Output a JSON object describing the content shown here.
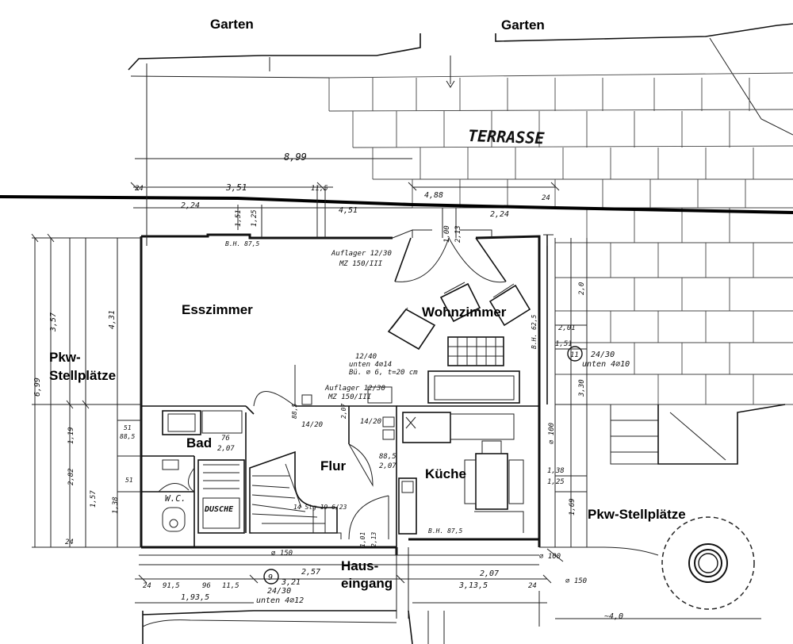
{
  "rooms": {
    "garden_left": "Garten",
    "garden_right": "Garten",
    "terrace": "TERRASSE",
    "dining": "Esszimmer",
    "living": "Wohnzimmer",
    "bath": "Bad",
    "hall": "Flur",
    "kitchen": "Küche",
    "shower": "DUSCHE",
    "wc": "W.C.",
    "entrance_line1": "Haus-",
    "entrance_line2": "eingang",
    "parking_left_line1": "Pkw-",
    "parking_left_line2": "Stellplätze",
    "parking_right": "Pkw-Stellplätze"
  },
  "annotations": {
    "d_899": "8,99",
    "d_351": "3,51",
    "d_224": "2,24",
    "d_115": "11,5",
    "d_451": "4,51",
    "d_488": "4,88",
    "d_24a": "24",
    "d_24b": "24",
    "d_224b": "2,24",
    "d_151": "1,51",
    "d_125": "1,25",
    "auflager1_a": "Auflager 12/30",
    "auflager1_b": "MZ 150/III",
    "bh_top": "B.H. 87,5",
    "d_100": "1,00",
    "d_213": "2,13",
    "d_357": "3,57",
    "d_431": "4,31",
    "d_699": "6,99",
    "lintel_a": "12/40",
    "lintel_b": "unten 4⌀14",
    "lintel_c": "Bü. ⌀ 6, t=20 cm",
    "auflager2_a": "Auflager 12/30",
    "auflager2_b": "MZ 150/III",
    "d_1420a": "14/20",
    "d_1420b": "14/20",
    "d_885": "88,5",
    "d_207": "2,07",
    "bh_right": "B.H. 62,5",
    "d_201": "2,01",
    "d_151b": "1,51",
    "d_20": "2,0",
    "d_2430": "24/30",
    "d_unten410": "unten 4⌀10",
    "d_330": "3,30",
    "circle_11": "11",
    "phi100": "⌀ 100",
    "d_119": "1,19",
    "d_282": "2,82",
    "d_157": "1,57",
    "d_138": "1,38",
    "d_885b": "88,5",
    "d_51a": "51",
    "d_51b": "51",
    "d_76": "76",
    "d_207b": "2,07",
    "d_885c": "88,5",
    "d_207c": "2,07",
    "stairs": "14 Stg 19 6/23",
    "d_138b": "1,38",
    "d_125b": "1,25",
    "d_169": "1,69",
    "bh_bottom": "B.H. 87,5",
    "d_101": "1,01",
    "d_213b": "2,13",
    "phi150": "⌀ 150",
    "phi100b": "⌀ 100",
    "phi150b": "⌀ 150",
    "circle_9": "9",
    "d_257": "2,57",
    "d_321": "3,21",
    "d_207d": "2,07",
    "d_3135": "3,13,5",
    "d_24c": "24",
    "d_915": "91,5",
    "d_96": "96",
    "d_115b": "11,5",
    "d_1935": "1,93,5",
    "beam_a": "24/30",
    "beam_b": "unten 4⌀12",
    "d_40": "~4,0",
    "d_24d": "24",
    "d_24e": "24"
  }
}
